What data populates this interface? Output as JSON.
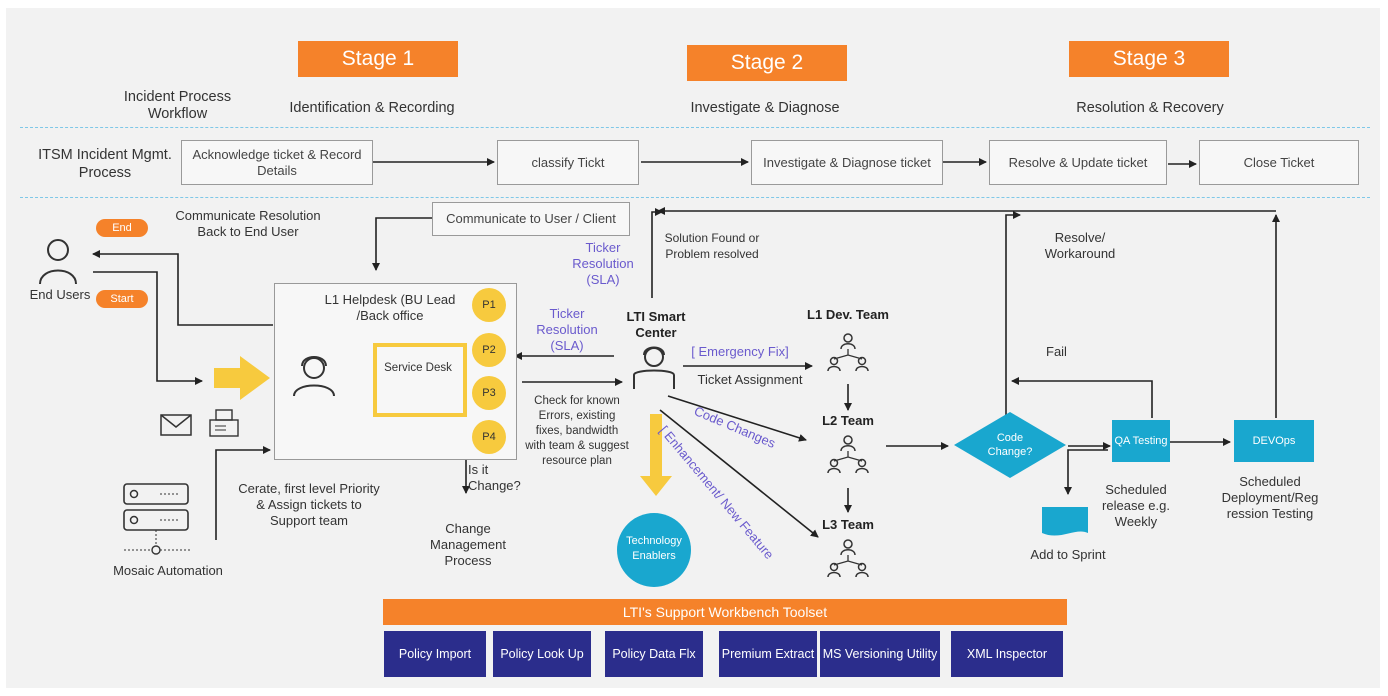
{
  "stages": [
    "Stage 1",
    "Stage 2",
    "Stage 3"
  ],
  "workflow_label": "Incident Process Workflow",
  "phases": [
    "Identification & Recording",
    "Investigate & Diagnose",
    "Resolution &  Recovery"
  ],
  "itsm_label": "ITSM Incident Mgmt. Process",
  "process_steps": [
    "Acknowledge ticket & Record Details",
    "classify Tickt",
    "Investigate & Diagnose ticket",
    "Resolve & Update ticket",
    "Close Ticket"
  ],
  "communicate_box": "Communicate to User / Client",
  "comm_resolution_text": "Communicate Resolution Back to End User",
  "end_pill": "End",
  "start_pill": "Start",
  "end_users": "End Users",
  "ticker_resolution_top": "Ticker Resolution (SLA)",
  "ticker_resolution_mid": "Ticker Resolution (SLA)",
  "solution_found": "Solution Found or Problem resolved",
  "resolve_workaround": "Resolve/ Workaround",
  "helpdesk_title": "L1 Helpdesk (BU Lead /Back office",
  "service_desk": "Service Desk",
  "priorities": [
    "P1",
    "P2",
    "P3",
    "P4"
  ],
  "smart_center": "LTI Smart Center",
  "emergency_fix": "[ Emergency Fix]",
  "ticket_assignment": "Ticket Assignment",
  "check_known": "Check for known Errors, existing fixes, bandwidth with team & suggest resource plan",
  "code_changes": "Code Changes",
  "enhancement": "[ Enhancement/ New Feature",
  "technology_enablers": "Technology Enablers",
  "l1_dev_team": "L1 Dev. Team",
  "l2_team": "L2 Team",
  "l3_team": "L3 Team",
  "is_it_change": "Is it Change?",
  "change_mgmt": "Change Management Process",
  "cerate_text": "Cerate, first level Priority & Assign tickets to Support team",
  "mosaic": "Mosaic Automation",
  "fail": "Fail",
  "code_change": "Code Change?",
  "qa_testing": "QA Testing",
  "devops": "DEVOps",
  "scheduled_release": "Scheduled release e.g. Weekly",
  "scheduled_deploy": "Scheduled Deployment/Reg ression Testing",
  "add_to_sprint": "Add to Sprint",
  "toolset_title": "LTI's Support Workbench Toolset",
  "tools": [
    "Policy Import",
    "Policy Look Up",
    "Policy Data Flx",
    "Premium Extract",
    "MS Versioning Utility",
    "XML Inspector"
  ],
  "colors": {
    "orange": "#f5822a",
    "yellow": "#f7ca3e",
    "cyan": "#19a7cf",
    "navy": "#2b2d8c",
    "purple_text": "#6a5acd"
  }
}
